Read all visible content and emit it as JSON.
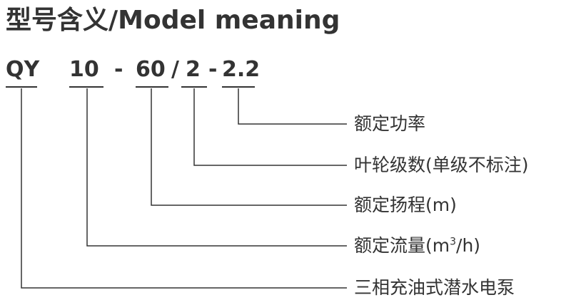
{
  "title": "型号含义/Model meaning",
  "code": {
    "seg1": "QY",
    "seg2": "10",
    "sep1": "-",
    "seg3": "60",
    "sep2": "/",
    "seg4": "2",
    "sep3": "-",
    "seg5": "2.2"
  },
  "descriptions": {
    "rated_power": "额定功率",
    "impeller_stages": "叶轮级数(单级不标注)",
    "rated_head": "额定扬程(m)",
    "rated_flow_prefix": "额定流量(m",
    "rated_flow_sup": "3",
    "rated_flow_suffix": "/h)",
    "pump_type": "三相充油式潜水电泵"
  },
  "colors": {
    "text": "#333333",
    "lines": "#333333"
  }
}
